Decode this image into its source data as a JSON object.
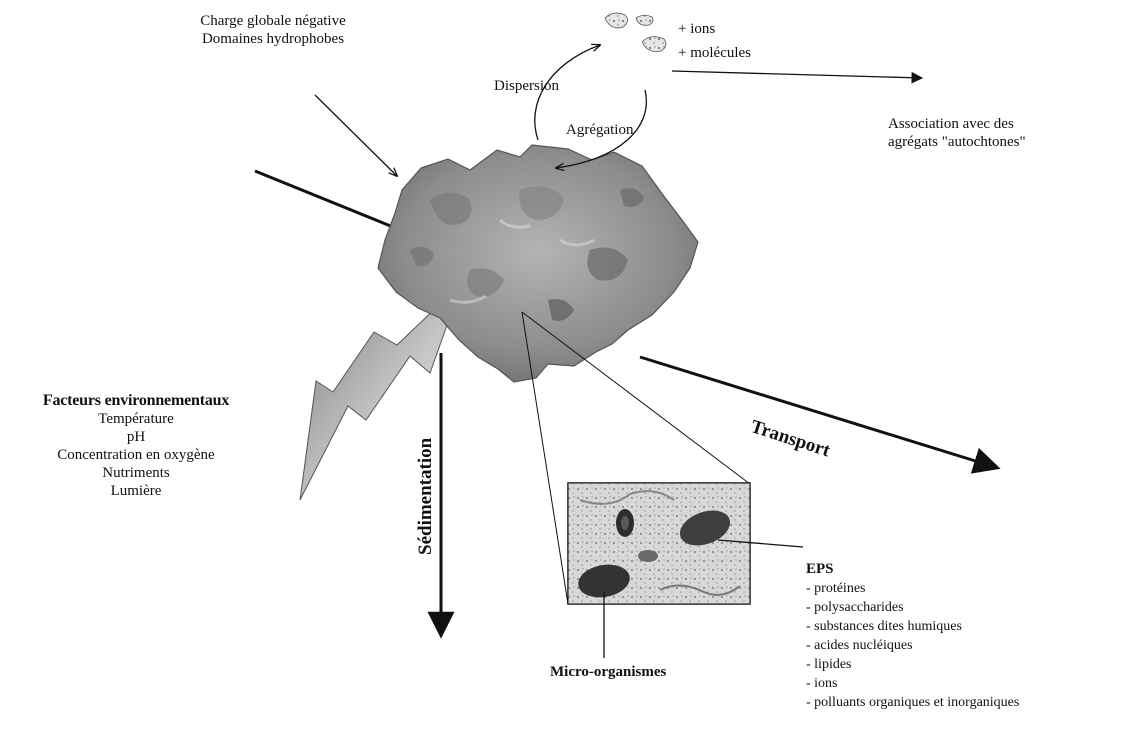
{
  "labels": {
    "charge_line1": "Charge globale négative",
    "charge_line2": "Domaines hydrophobes",
    "ions": "+ ions",
    "molecules": "+ molécules",
    "dispersion": "Dispersion",
    "agregation": "Agrégation",
    "association_line1": "Association avec des",
    "association_line2": "agrégats \"autochtones\"",
    "transport": "Transport",
    "sedimentation": "Sédimentation",
    "micro_organismes": "Micro-organismes"
  },
  "facteurs": {
    "title": "Facteurs environnementaux",
    "items": [
      "Température",
      "pH",
      "Concentration en oxygène",
      "Nutriments",
      "Lumière"
    ]
  },
  "eps": {
    "title": "EPS",
    "items": [
      "- protéines",
      "- polysaccharides",
      "- substances dites humiques",
      "- acides nucléiques",
      "- lipides",
      "- ions",
      "- polluants organiques et inorganiques"
    ]
  },
  "colors": {
    "ink": "#111111",
    "aggregate_dark": "#6f6f6f",
    "aggregate_light": "#b4b4b4",
    "lightning_dark": "#7a7a7a",
    "lightning_light": "#f2f2f2"
  }
}
